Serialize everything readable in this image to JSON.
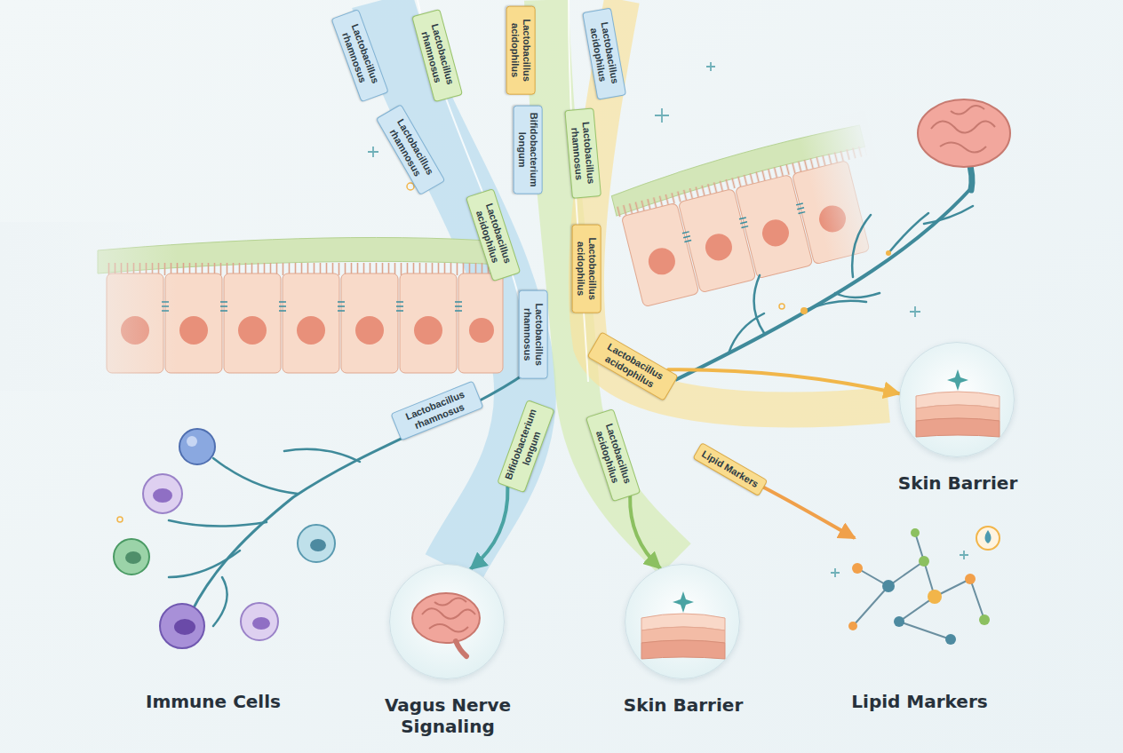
{
  "diagram": {
    "nodes": [
      {
        "text": [
          "Lactobacillus rhamnosus"
        ]
      },
      {
        "text": [
          "Lactobacillus rhamnosus"
        ]
      },
      {
        "text": [
          "Lactobacillus acidophilus"
        ]
      },
      {
        "text": [
          "Lactobacillus acidophilus"
        ]
      },
      {
        "text": [
          "Lactobacillus rhamnosus"
        ]
      },
      {
        "text": [
          "Bifidobacterium longum"
        ]
      },
      {
        "text": [
          "Lactobacillus rhamnosus"
        ]
      },
      {
        "text": [
          "Lactobacillus acidophilus"
        ]
      },
      {
        "text": [
          "Lactobacillus acidophilus"
        ]
      },
      {
        "text": [
          "Lactobacillus rhamnosus"
        ]
      },
      {
        "text": [
          "Lactobacillus acidophilus"
        ]
      },
      {
        "text": [
          "Lactobacillus rhamnosus"
        ]
      },
      {
        "text": [
          "Bifidobacterium longum"
        ]
      },
      {
        "text": [
          "Lactobacillus acidophilus"
        ]
      },
      {
        "text": [
          "Lipid Markers"
        ]
      },
      {
        "text": [
          "Skin Barrier"
        ]
      },
      {
        "text": [
          "Vagus Nerve Signaling"
        ]
      },
      {
        "text": [
          "Skin Barrier"
        ]
      }
    ],
    "edges": [
      {
        "from": 12,
        "to": 16,
        "arrow": "to"
      },
      {
        "from": 13,
        "to": 17,
        "arrow": "to"
      },
      {
        "from": 10,
        "to": 15,
        "arrow": "to"
      }
    ],
    "labels": [
      "Immune Cells",
      "Lipid Markers"
    ]
  }
}
